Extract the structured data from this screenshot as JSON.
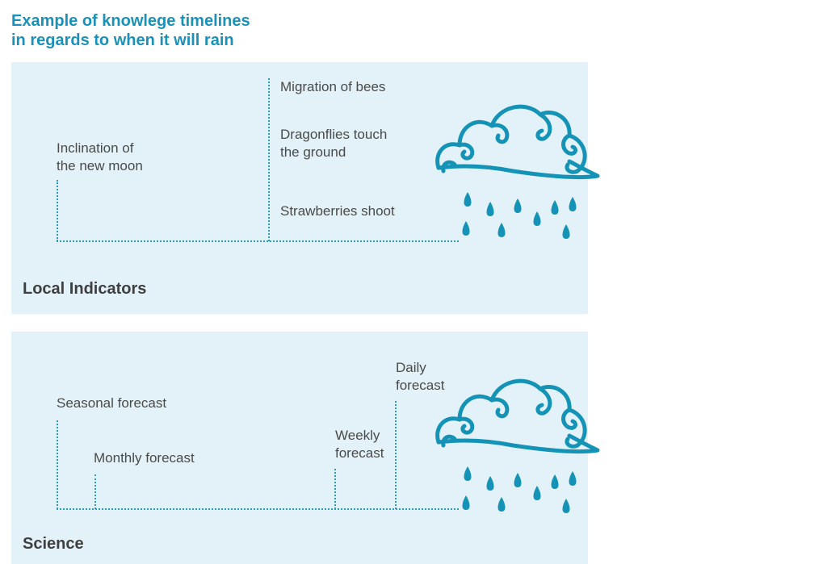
{
  "title": {
    "line1": "Example of knowlege timelines",
    "line2": "in regards to when it will rain"
  },
  "local": {
    "heading": "Local Indicators",
    "items": {
      "moon_line1": "Inclination of",
      "moon_line2": "the new moon",
      "bees": "Migration of bees",
      "dragonflies_line1": "Dragonflies touch",
      "dragonflies_line2": "the ground",
      "strawberries": "Strawberries shoot"
    }
  },
  "science": {
    "heading": "Science",
    "items": {
      "seasonal": "Seasonal forecast",
      "monthly": "Monthly forecast",
      "weekly_line1": "Weekly",
      "weekly_line2": "forecast",
      "daily_line1": "Daily",
      "daily_line2": "forecast"
    }
  },
  "colors": {
    "accent": "#1a91b8",
    "panel_bg": "#e3f2f8",
    "text": "#4a4a4a"
  },
  "icons": [
    "rain-cloud-icon",
    "rain-cloud-icon"
  ]
}
